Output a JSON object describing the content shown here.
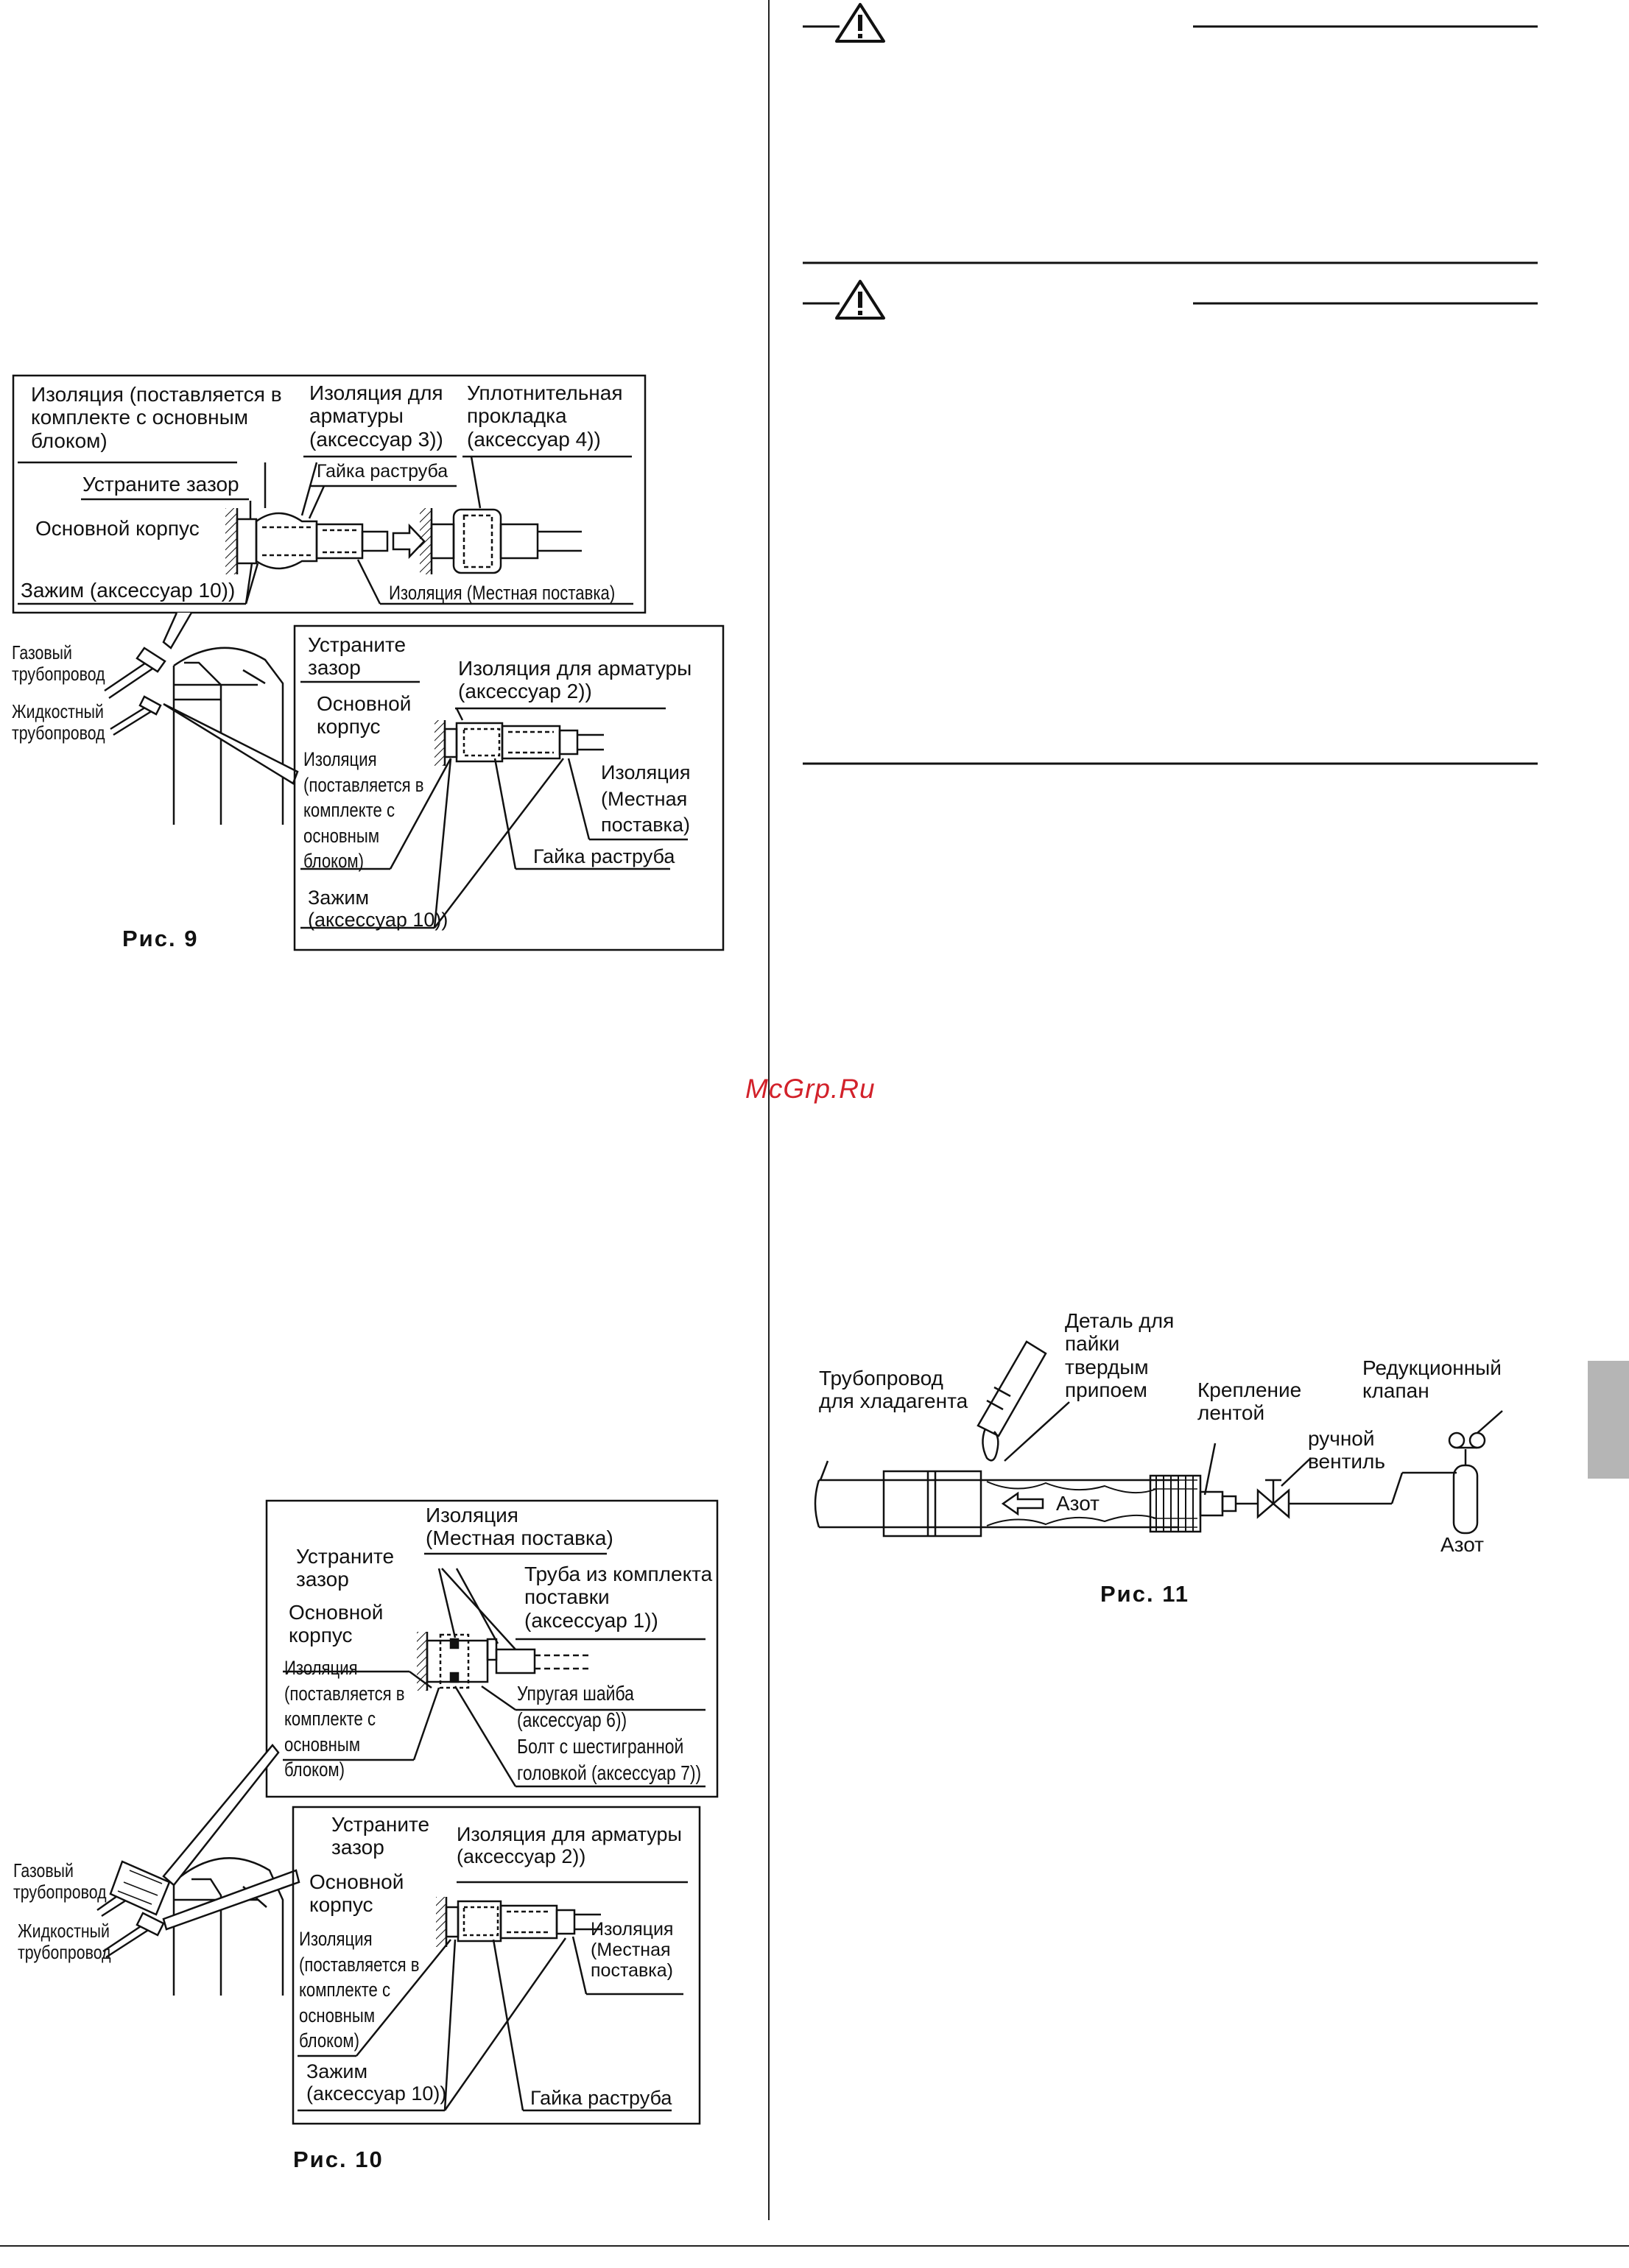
{
  "watermark": "McGrp.Ru",
  "fig9": {
    "caption": "Рис. 9",
    "top_box": {
      "insulation_main": "Изоляция (поставляется в\nкомплекте с основным\nблоком)",
      "fitting_insulation": "Изоляция для\nарматуры\n(аксессуар 3))",
      "seal_pad": "Уплотнительная\nпрокладка\n(аксессуар 4))",
      "eliminate_gap": "Устраните зазор",
      "flare_nut": "Гайка раструба",
      "main_body": "Основной корпус",
      "clamp": "Зажим (аксессуар 10))",
      "local_insulation": "Изоляция (Местная поставка)"
    },
    "gas_pipe": "Газовый\nтрубопровод",
    "liquid_pipe": "Жидкостный\nтрубопровод",
    "bottom_box": {
      "eliminate_gap": "Устраните\nзазор",
      "fitting_insulation": "Изоляция для арматуры\n(аксессуар 2))",
      "main_body": "Основной\nкорпус",
      "insulation_main": "Изоляция\n(поставляется в\nкомплекте с\nосновным\nблоком)",
      "local_insulation": "Изоляция\n(Местная\nпоставка)",
      "flare_nut": "Гайка раструба",
      "clamp": "Зажим\n(аксессуар 10))"
    }
  },
  "fig10": {
    "caption": "Рис. 10",
    "top_box": {
      "local_insulation": "Изоляция\n(Местная поставка)",
      "eliminate_gap": "Устраните\nзазор",
      "kit_pipe": "Труба из комплекта\nпоставки\n(аксессуар 1))",
      "main_body": "Основной\nкорпус",
      "insulation_main": "Изоляция\n(поставляется в\nкомплекте с\nосновным\nблоком)",
      "spring_washer": "Упругая шайба\n(аксессуар 6))",
      "hex_bolt": "Болт с шестигранной\nголовкой (аксессуар 7))"
    },
    "gas_pipe": "Газовый\nтрубопровод",
    "liquid_pipe": "Жидкостный\nтрубопровод",
    "bottom_box": {
      "eliminate_gap": "Устраните\nзазор",
      "fitting_insulation": "Изоляция для арматуры\n(аксессуар 2))",
      "main_body": "Основной\nкорпус",
      "insulation_main": "Изоляция\n(поставляется в\nкомплекте с\nосновным\nблоком)",
      "local_insulation": "Изоляция\n(Местная\nпоставка)",
      "clamp": "Зажим\n(аксессуар 10))",
      "flare_nut": "Гайка раструба"
    }
  },
  "fig11": {
    "caption": "Рис. 11",
    "refrigerant_pipe": "Трубопровод\nдля хладагента",
    "brazing_part": "Деталь для\nпайки\nтвердым\nприпоем",
    "tape_fixing": "Крепление\nлентой",
    "reducing_valve": "Редукционный\nклапан",
    "manual_valve": "ручной\nвентиль",
    "nitrogen_flow": "Азот",
    "nitrogen_tank": "Азот"
  }
}
